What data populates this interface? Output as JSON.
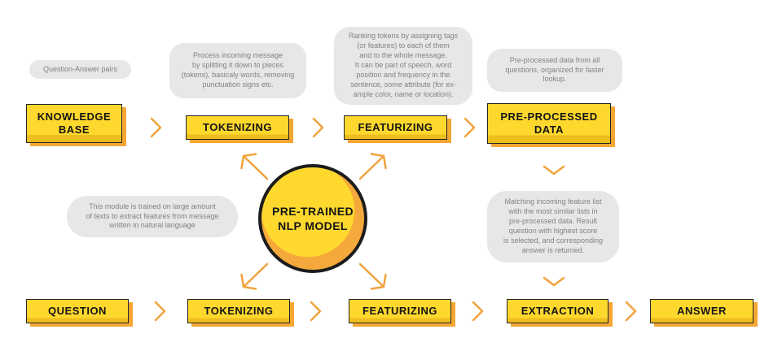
{
  "palette": {
    "box_yellow": "#FFD82E",
    "box_yellow_dark_edge": "#EDBE1D",
    "box_shadow_orange": "#F5A733",
    "arrow_orange": "#F1A33D",
    "bubble_gray": "#E7E7E7",
    "bubble_text_gray": "#828282",
    "label_black": "#141414"
  },
  "center": {
    "label": "PRE-TRAINED\nNLP MODEL"
  },
  "flows": {
    "top": [
      {
        "label": "KNOWLEDGE\nBASE"
      },
      {
        "label": "TOKENIZING"
      },
      {
        "label": "FEATURIZING"
      },
      {
        "label": "PRE-PROCESSED\nDATA"
      }
    ],
    "bottom": [
      {
        "label": "QUESTION"
      },
      {
        "label": "TOKENIZING"
      },
      {
        "label": "FEATURIZING"
      },
      {
        "label": "EXTRACTION"
      },
      {
        "label": "ANSWER"
      }
    ]
  },
  "annotations": {
    "qa_pairs": "Question-Answer pairs",
    "tokenizing": "Process incoming message\nby splitting it down to pieces\n(tokens), basicaly words, removing\npunctuation signs etc.",
    "featurizing": "Ranking tokens by assigning tags\n(or features) to each of them\nand to the whole message.\nIt can be part of speech, word\nposition and frequency in the\nsentence, some attribute (for ex-\nample color, name or location).",
    "preprocessed": "Pre-processed data from all\nquestions, organized for faster\nlookup.",
    "model": "This module is trained on large amount\nof texts to extract features from message\nwritten in natural language",
    "extraction": "Matching incoming feature list\nwith the most similar lists in\npre-processed data. Result\nquestion with highest score\nis selected, and corresponding\nanswer is returned."
  }
}
